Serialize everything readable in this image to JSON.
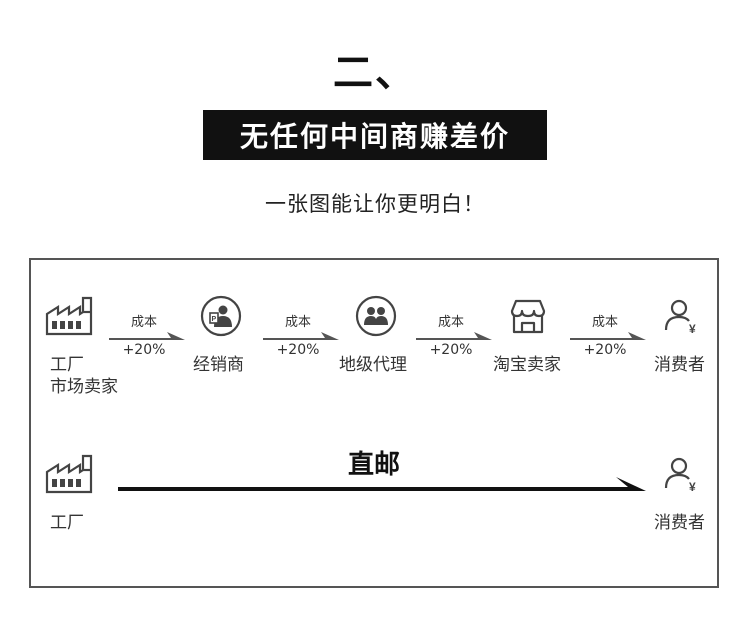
{
  "header": {
    "section_number": "二、",
    "title": "无任何中间商赚差价",
    "subtitle": "一张图能让你更明白！"
  },
  "chain": {
    "nodes": [
      {
        "label_line1": "工厂",
        "label_line2": "市场卖家",
        "icon": "factory-icon"
      },
      {
        "label_line1": "经销商",
        "icon": "dealer-icon"
      },
      {
        "label_line1": "地级代理",
        "icon": "agent-icon"
      },
      {
        "label_line1": "淘宝卖家",
        "icon": "shop-icon"
      },
      {
        "label_line1": "消费者",
        "icon": "consumer-icon"
      }
    ],
    "arrows": [
      {
        "top": "成本",
        "bottom": "+20%"
      },
      {
        "top": "成本",
        "bottom": "+20%"
      },
      {
        "top": "成本",
        "bottom": "+20%"
      },
      {
        "top": "成本",
        "bottom": "+20%"
      }
    ]
  },
  "direct": {
    "label": "直邮",
    "from": "工厂",
    "to": "消费者",
    "from_icon": "factory-icon",
    "to_icon": "consumer-icon"
  },
  "colors": {
    "title_bg": "#111111",
    "title_text": "#ffffff",
    "arrow": "#555555",
    "frame": "#555555"
  }
}
